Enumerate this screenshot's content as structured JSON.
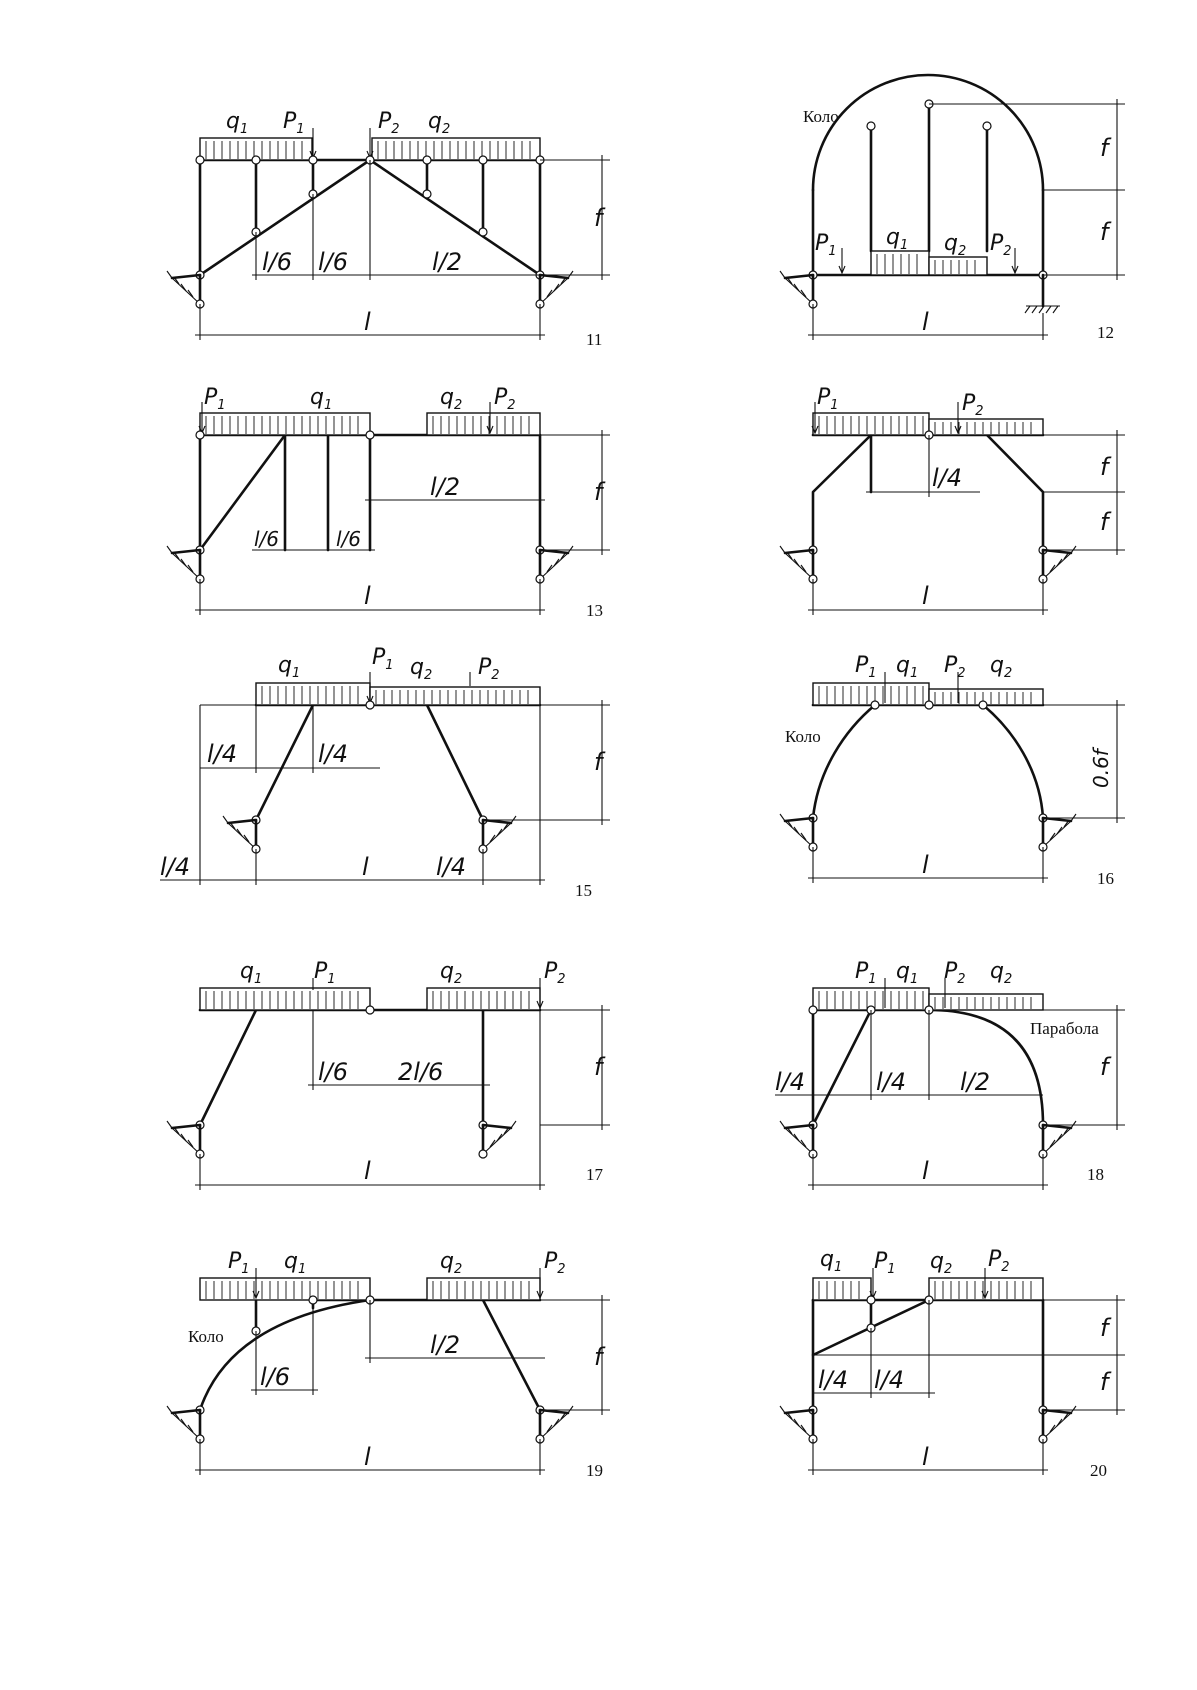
{
  "figures": [
    {
      "number": "11",
      "loads": [
        {
          "symbol": "q",
          "index": "1"
        },
        {
          "symbol": "P",
          "index": "1"
        },
        {
          "symbol": "P",
          "index": "2"
        },
        {
          "symbol": "q",
          "index": "2"
        }
      ],
      "dimensions": [
        "l/6",
        "l/6",
        "l/2",
        "f",
        "l"
      ]
    },
    {
      "number": "12",
      "note": "Коло",
      "loads": [
        {
          "symbol": "P",
          "index": "1"
        },
        {
          "symbol": "q",
          "index": "1"
        },
        {
          "symbol": "q",
          "index": "2"
        },
        {
          "symbol": "P",
          "index": "2"
        }
      ],
      "dimensions": [
        "f",
        "f",
        "l"
      ]
    },
    {
      "number": "13",
      "loads": [
        {
          "symbol": "P",
          "index": "1"
        },
        {
          "symbol": "q",
          "index": "1"
        },
        {
          "symbol": "q",
          "index": "2"
        },
        {
          "symbol": "P",
          "index": "2"
        }
      ],
      "dimensions": [
        "l/6",
        "l/6",
        "l/2",
        "f",
        "l"
      ]
    },
    {
      "number": "",
      "loads": [
        {
          "symbol": "P",
          "index": "1"
        },
        {
          "symbol": "P",
          "index": "2"
        }
      ],
      "dimensions": [
        "l/4",
        "f",
        "f",
        "l"
      ]
    },
    {
      "number": "15",
      "loads": [
        {
          "symbol": "q",
          "index": "1"
        },
        {
          "symbol": "P",
          "index": "1"
        },
        {
          "symbol": "q",
          "index": "2"
        },
        {
          "symbol": "P",
          "index": "2"
        }
      ],
      "dimensions": [
        "l/4",
        "l/4",
        "l/4",
        "l",
        "l/4",
        "f"
      ]
    },
    {
      "number": "16",
      "note": "Коло",
      "loads": [
        {
          "symbol": "P",
          "index": "1"
        },
        {
          "symbol": "q",
          "index": "1"
        },
        {
          "symbol": "P",
          "index": "2"
        },
        {
          "symbol": "q",
          "index": "2"
        }
      ],
      "dimensions": [
        "0.6f",
        "l"
      ]
    },
    {
      "number": "17",
      "loads": [
        {
          "symbol": "q",
          "index": "1"
        },
        {
          "symbol": "P",
          "index": "1"
        },
        {
          "symbol": "q",
          "index": "2"
        },
        {
          "symbol": "P",
          "index": "2"
        }
      ],
      "dimensions": [
        "l/6",
        "2l/6",
        "f",
        "l"
      ]
    },
    {
      "number": "18",
      "note": "Парабола",
      "loads": [
        {
          "symbol": "P",
          "index": "1"
        },
        {
          "symbol": "q",
          "index": "1"
        },
        {
          "symbol": "P",
          "index": "2"
        },
        {
          "symbol": "q",
          "index": "2"
        }
      ],
      "dimensions": [
        "l/4",
        "l/4",
        "l/2",
        "f",
        "l"
      ]
    },
    {
      "number": "19",
      "note": "Коло",
      "loads": [
        {
          "symbol": "P",
          "index": "1"
        },
        {
          "symbol": "q",
          "index": "1"
        },
        {
          "symbol": "q",
          "index": "2"
        },
        {
          "symbol": "P",
          "index": "2"
        }
      ],
      "dimensions": [
        "l/6",
        "l/2",
        "f",
        "l"
      ]
    },
    {
      "number": "20",
      "loads": [
        {
          "symbol": "q",
          "index": "1"
        },
        {
          "symbol": "P",
          "index": "1"
        },
        {
          "symbol": "q",
          "index": "2"
        },
        {
          "symbol": "P",
          "index": "2"
        }
      ],
      "dimensions": [
        "l/4",
        "l/4",
        "f",
        "f",
        "l"
      ]
    }
  ]
}
